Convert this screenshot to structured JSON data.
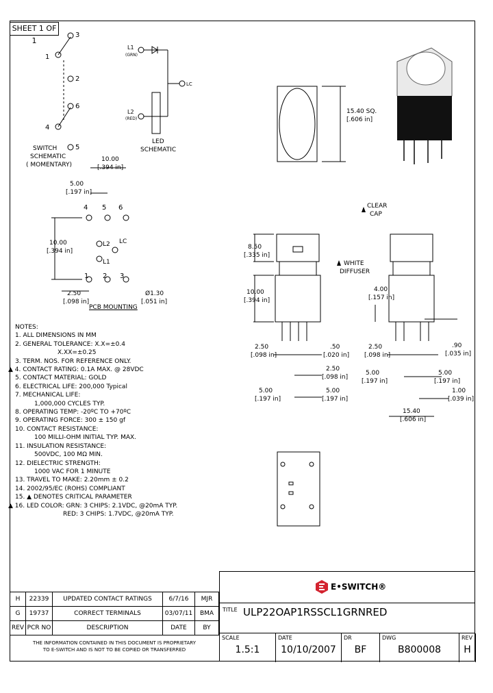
{
  "sheet": "SHEET 1 OF 1",
  "switch_schematic": {
    "pins": [
      "1",
      "3",
      "2",
      "6",
      "4",
      "5"
    ],
    "label": [
      "SWITCH",
      "SCHEMATIC",
      "( MOMENTARY)"
    ]
  },
  "led_schematic": {
    "l1": "L1",
    "l1_color": "(GRN)",
    "l2": "L2",
    "l2_color": "(RED)",
    "lc": "LC",
    "label": [
      "LED",
      "SCHEMATIC"
    ]
  },
  "top_view": {
    "dim": "15.40 SQ.",
    "dim_in": "[.606 in]"
  },
  "pcb": {
    "d1": "10.00",
    "d1_in": "[.394 in]",
    "d2": "5.00",
    "d2_in": "[.197 in]",
    "d3": "10.00",
    "d3_in": "[.394 in]",
    "d4": "2.50",
    "d4_in": "[.098 in]",
    "hole": "Ø1.30",
    "hole_in": "[.051 in]",
    "pins": [
      "4",
      "5",
      "6",
      "L2",
      "LC",
      "L1",
      "1",
      "2",
      "3"
    ],
    "label": "PCB MOUNTING"
  },
  "front_view": {
    "cap": "8.50",
    "cap_in": "[.335 in]",
    "body": "10.00",
    "body_in": "[.394 in]",
    "a": "2.50",
    "a_in": "[.098 in]",
    "b": ".50",
    "b_in": "[.020 in]",
    "c": "2.50",
    "c_in": "[.098 in]",
    "d": "5.00",
    "d_in": "[.197 in]",
    "e": "5.00",
    "e_in": "[.197 in]"
  },
  "side_view": {
    "clear_cap": [
      "CLEAR",
      "CAP"
    ],
    "white_diffuser": [
      "WHITE",
      "DIFFUSER"
    ],
    "h": "4.00",
    "h_in": "[.157 in]",
    "a": "2.50",
    "a_in": "[.098 in]",
    "b": ".90",
    "b_in": "[.035 in]",
    "c": "5.00",
    "c_in": "[.197 in]",
    "d": "5.00",
    "d_in": "[.197 in]",
    "e": "1.00",
    "e_in": "[.039 in]",
    "w": "15.40",
    "w_in": "[.606 in]"
  },
  "notes": [
    "NOTES:",
    "1. ALL DIMENSIONS IN MM",
    "2. GENERAL TOLERANCE: X.X=±0.4",
    "X.XX=±0.25",
    "3. TERM. NOS. FOR REFERENCE ONLY.",
    "4. CONTACT RATING: 0.1A MAX. @ 28VDC",
    "5. CONTACT MATERIAL: GOLD",
    "6. ELECTRICAL LIFE: 200,000 Typical",
    "7. MECHANICAL LIFE:",
    "1,000,000 CYCLES TYP.",
    "8. OPERATING TEMP: -20ºC TO +70ºC",
    "9. OPERATING FORCE: 300 ± 150 gf",
    "10. CONTACT RESISTANCE:",
    "100 MILLI-OHM INITIAL TYP. MAX.",
    "11. INSULATION RESISTANCE:",
    "500VDC, 100 MΩ MIN.",
    "12. DIELECTRIC STRENGTH:",
    "1000 VAC FOR 1 MINUTE",
    "13. TRAVEL TO MAKE: 2.20mm ± 0.2",
    "14. 2002/95/EC (ROHS) COMPLIANT",
    "15. ▲ DENOTES CRITICAL PARAMETER",
    "16. LED COLOR: GRN: 3 CHIPS: 2.1VDC, @20mA TYP.",
    "RED: 3 CHIPS: 1.7VDC, @20mA TYP."
  ],
  "revisions": [
    [
      "H",
      "22339",
      "UPDATED CONTACT RATINGS",
      "6/7/16",
      "MJR"
    ],
    [
      "G",
      "19737",
      "CORRECT TERMINALS",
      "03/07/11",
      "BMA"
    ],
    [
      "REV",
      "PCR NO",
      "DESCRIPTION",
      "DATE",
      "BY"
    ]
  ],
  "proprietary": [
    "THE INFORMATION CONTAINED IN THIS DOCUMENT IS PROPRIETARY",
    "TO E-SWITCH AND IS NOT TO BE COPIED OR TRANSFERRED"
  ],
  "logo": "E•SWITCH®",
  "title_label": "TITLE",
  "title": "ULP22OAP1RSSCL1GRNRED",
  "title_block": {
    "scale_label": "SCALE",
    "scale": "1.5:1",
    "date_label": "DATE",
    "date": "10/10/2007",
    "dr_label": "DR",
    "dr": "BF",
    "dwg_label": "DWG",
    "dwg": "B800008",
    "rev_label": "REV",
    "rev": "H"
  }
}
